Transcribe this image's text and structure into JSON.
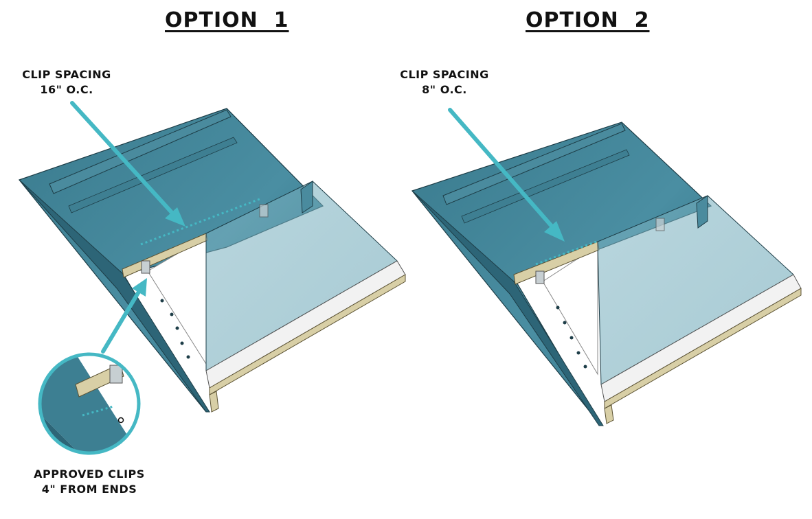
{
  "options": [
    {
      "title": "OPTION  1",
      "clip_spacing_line1": "CLIP SPACING",
      "clip_spacing_line2": "16\" O.C."
    },
    {
      "title": "OPTION  2",
      "clip_spacing_line1": "CLIP SPACING",
      "clip_spacing_line2": "8\" O.C."
    }
  ],
  "detail": {
    "line1": "APPROVED CLIPS",
    "line2": "4\" FROM ENDS"
  },
  "colors": {
    "panel": "#3d7f92",
    "panel_light": "#5f9fb0",
    "arrow": "#45b8c4",
    "wood": "#d8cfa6",
    "underlay": "#ffffff"
  }
}
